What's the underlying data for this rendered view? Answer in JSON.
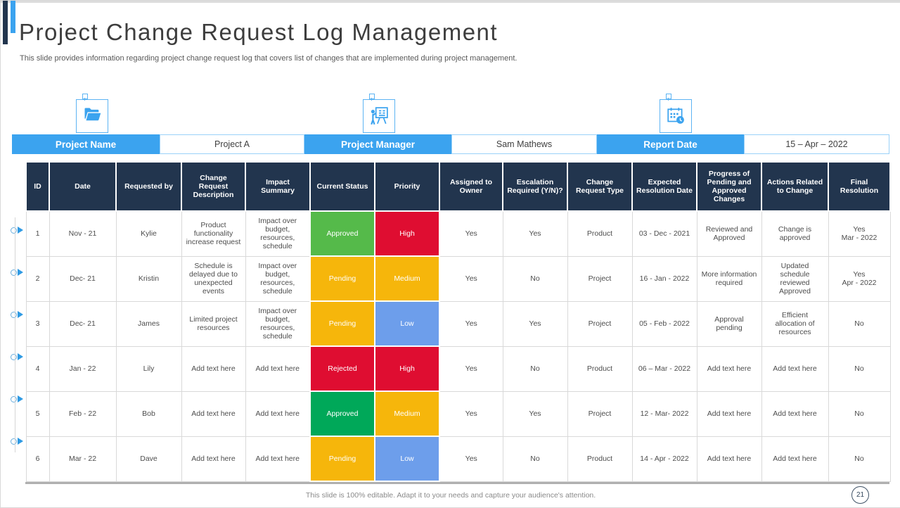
{
  "colors": {
    "accent_blue": "#3ba3ef",
    "header_navy": "#22354e",
    "approved_light_green": "#55ba4a",
    "approved_green": "#00a859",
    "pending_amber": "#f6b60b",
    "rejected_red": "#df0d31",
    "high_red": "#df0d31",
    "medium_amber": "#f6b60b",
    "low_blue": "#6d9eeb"
  },
  "header": {
    "title": "Project Change Request Log Management",
    "subtitle": "This slide provides information regarding project change request log that covers list of changes that are implemented during project management."
  },
  "info_bar": [
    {
      "icon": "folder-icon",
      "label": "Project Name",
      "value": "Project A"
    },
    {
      "icon": "presenter-icon",
      "label": "Project Manager",
      "value": "Sam Mathews"
    },
    {
      "icon": "calendar-icon",
      "label": "Report Date",
      "value": "15 – Apr – 2022"
    }
  ],
  "table": {
    "columns": [
      "ID",
      "Date",
      "Requested by",
      "Change Request Description",
      "Impact Summary",
      "Current Status",
      "Priority",
      "Assigned to Owner",
      "Escalation Required (Y/N)?",
      "Change Request Type",
      "Expected Resolution Date",
      "Progress of Pending and Approved Changes",
      "Actions Related to Change",
      "Final Resolution"
    ],
    "rows": [
      {
        "id": "1",
        "date": "Nov - 21",
        "requested_by": "Kylie",
        "description": "Product functionality increase request",
        "impact": "Impact over budget, resources, schedule",
        "status": "Approved",
        "status_color": "#55ba4a",
        "priority": "High",
        "priority_color": "#df0d31",
        "assigned": "Yes",
        "escalation": "Yes",
        "type": "Product",
        "expected": "03 - Dec - 2021",
        "progress": "Reviewed and Approved",
        "actions": "Change is approved",
        "final": "Yes\nMar - 2022"
      },
      {
        "id": "2",
        "date": "Dec- 21",
        "requested_by": "Kristin",
        "description": "Schedule is delayed due to unexpected events",
        "impact": "Impact over budget, resources, schedule",
        "status": "Pending",
        "status_color": "#f6b60b",
        "priority": "Medium",
        "priority_color": "#f6b60b",
        "assigned": "Yes",
        "escalation": "No",
        "type": "Project",
        "expected": "16 - Jan - 2022",
        "progress": "More information required",
        "actions": "Updated schedule reviewed Approved",
        "final": "Yes\nApr - 2022"
      },
      {
        "id": "3",
        "date": "Dec- 21",
        "requested_by": "James",
        "description": "Limited project resources",
        "impact": "Impact over budget, resources, schedule",
        "status": "Pending",
        "status_color": "#f6b60b",
        "priority": "Low",
        "priority_color": "#6d9eeb",
        "assigned": "Yes",
        "escalation": "Yes",
        "type": "Project",
        "expected": "05 - Feb - 2022",
        "progress": "Approval pending",
        "actions": "Efficient allocation of resources",
        "final": "No"
      },
      {
        "id": "4",
        "date": "Jan - 22",
        "requested_by": "Lily",
        "description": "Add text here",
        "impact": "Add text here",
        "status": "Rejected",
        "status_color": "#df0d31",
        "priority": "High",
        "priority_color": "#df0d31",
        "assigned": "Yes",
        "escalation": "No",
        "type": "Product",
        "expected": "06 – Mar - 2022",
        "progress": "Add text here",
        "actions": "Add text here",
        "final": "No"
      },
      {
        "id": "5",
        "date": "Feb - 22",
        "requested_by": "Bob",
        "description": "Add text here",
        "impact": "Add text here",
        "status": "Approved",
        "status_color": "#00a859",
        "priority": "Medium",
        "priority_color": "#f6b60b",
        "assigned": "Yes",
        "escalation": "Yes",
        "type": "Project",
        "expected": "12 - Mar- 2022",
        "progress": "Add text here",
        "actions": "Add text here",
        "final": "No"
      },
      {
        "id": "6",
        "date": "Mar - 22",
        "requested_by": "Dave",
        "description": "Add text here",
        "impact": "Add text here",
        "status": "Pending",
        "status_color": "#f6b60b",
        "priority": "Low",
        "priority_color": "#6d9eeb",
        "assigned": "Yes",
        "escalation": "No",
        "type": "Product",
        "expected": "14 - Apr - 2022",
        "progress": "Add text here",
        "actions": "Add text here",
        "final": "No"
      }
    ]
  },
  "footer": {
    "note": "This slide is 100% editable.  Adapt it to your needs and capture your audience's attention.",
    "page_number": "21"
  }
}
